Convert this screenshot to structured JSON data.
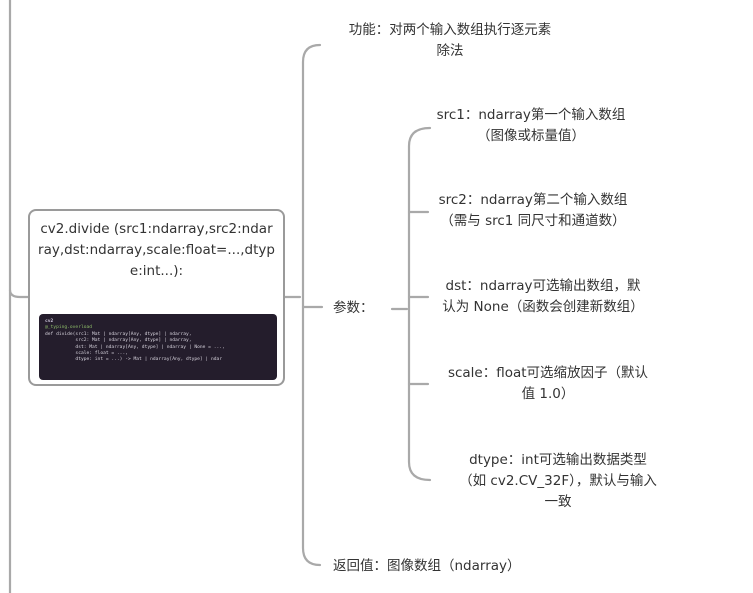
{
  "root": {
    "title": "cv2.divide (src1:ndarray,src2:ndarray,dst:ndarray,scale:float=...,dtype:int...):",
    "code_card": {
      "header": "cv2",
      "decorator": "@_typing.overload",
      "lines": [
        "def divide(src1: Mat | ndarray[Any, dtype] | ndarray,",
        "           src2: Mat | ndarray[Any, dtype] | ndarray,",
        "           dst: Mat | ndarray[Any, dtype] | ndarray | None = ...,",
        "           scale: float = ...,",
        "           dtype: int = ...) -> Mat | ndarray[Any, dtype] | ndar"
      ]
    }
  },
  "branches": {
    "function": {
      "line1": "功能：对两个输入数组执行逐元素",
      "line2": "除法"
    },
    "params": {
      "label": "参数：",
      "items": [
        {
          "line1": "src1：ndarray第一个输入数组",
          "line2": "（图像或标量值）"
        },
        {
          "line1": "src2：ndarray第二个输入数组",
          "line2": "（需与 src1 同尺寸和通道数）"
        },
        {
          "line1": "dst：ndarray可选输出数组，默",
          "line2": "认为 None（函数会创建新数组）"
        },
        {
          "line1": "scale：float可选缩放因子（默认",
          "line2": "值 1.0）"
        },
        {
          "line1": "dtype：int可选输出数据类型",
          "line2": "（如 cv2.CV_32F），默认与输入",
          "line3": "一致"
        }
      ]
    },
    "returns": {
      "label": "返回值：图像数组（ndarray）"
    }
  },
  "colors": {
    "connector": "#a9a9a9",
    "node_border": "#9a9a9a",
    "code_bg": "#241d2c"
  }
}
